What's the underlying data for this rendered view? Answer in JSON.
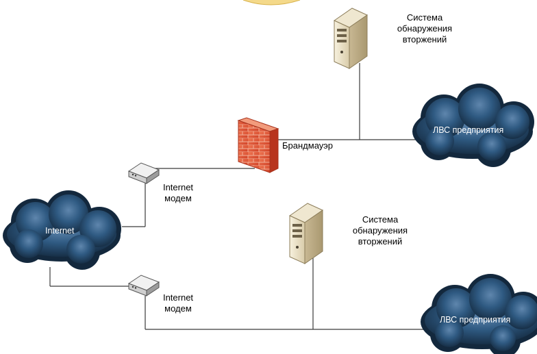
{
  "nodes": {
    "ids_top": {
      "line1": "Система",
      "line2": "обнаружения",
      "line3": "вторжений"
    },
    "ids_bottom": {
      "line1": "Система",
      "line2": "обнаружения",
      "line3": "вторжений"
    },
    "firewall": {
      "label": "Брандмауэр"
    },
    "modem_top": {
      "line1": "Internet",
      "line2": "модем"
    },
    "modem_bottom": {
      "line1": "Internet",
      "line2": "модем"
    },
    "internet_cloud": {
      "label": "Internet"
    },
    "lan_top": {
      "label": "ЛВС предприятия"
    },
    "lan_bottom": {
      "label": "ЛВС предприятия"
    }
  },
  "colors": {
    "cloud_dark": "#1b3550",
    "cloud_mid": "#2f5a82",
    "cloud_light": "#6b92b8",
    "firewall_red": "#e2563a",
    "server_body": "#efe7d0",
    "line": "#3a3a3a"
  }
}
